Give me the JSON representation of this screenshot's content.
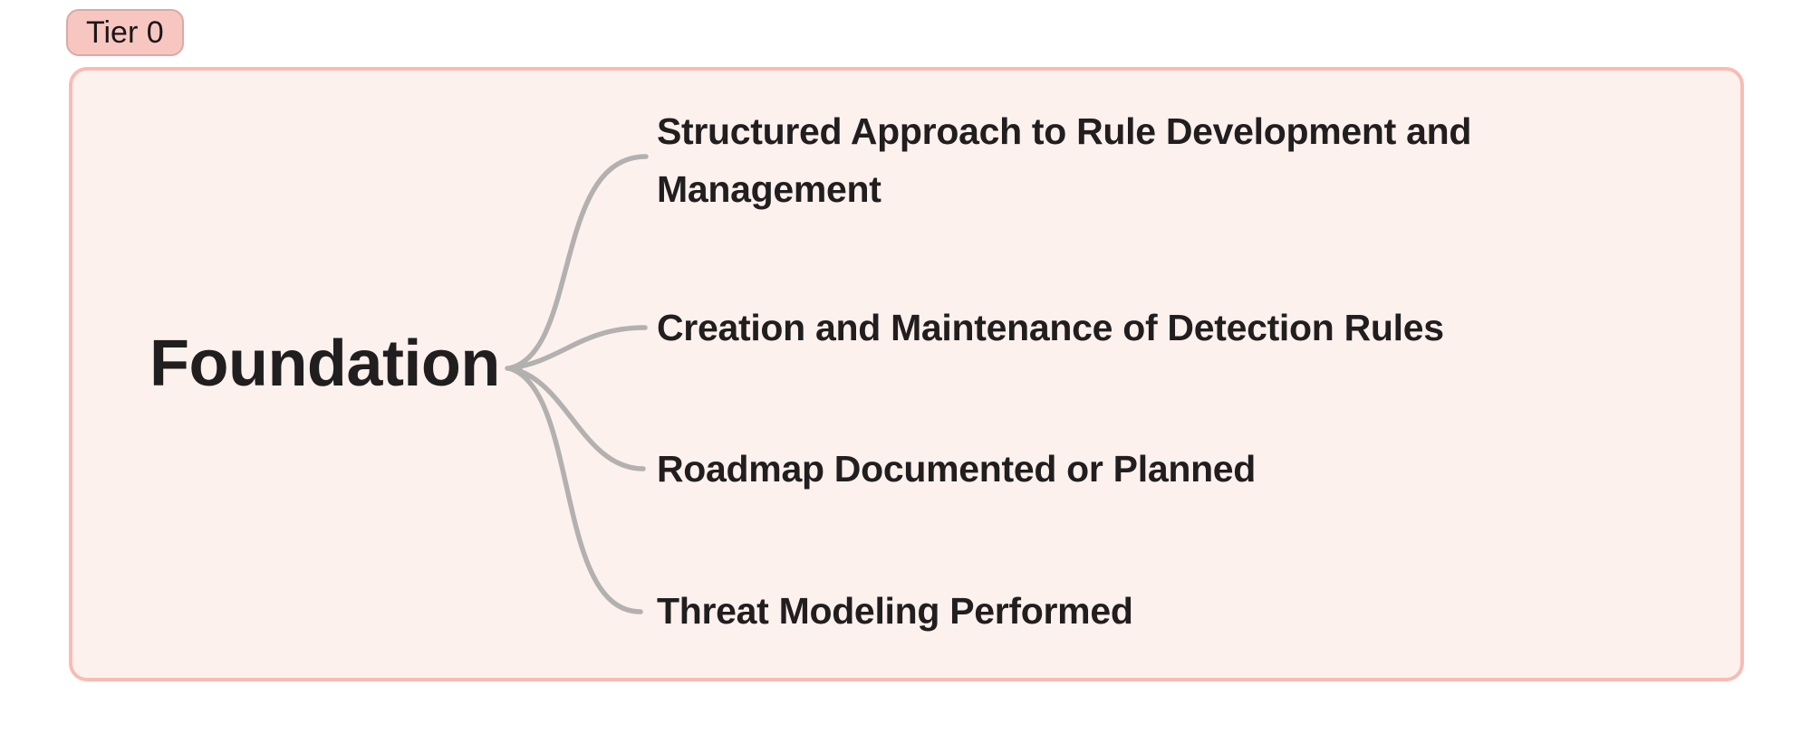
{
  "badge": {
    "label": "Tier 0"
  },
  "diagram": {
    "type": "mindmap",
    "root": {
      "label": "Foundation"
    },
    "children": [
      {
        "label": "Structured Approach to Rule Development and Management"
      },
      {
        "label": "Creation and Maintenance of Detection Rules"
      },
      {
        "label": "Roadmap Documented or Planned"
      },
      {
        "label": "Threat Modeling Performed"
      }
    ],
    "colors": {
      "panel_background": "#fdf1ee",
      "panel_border": "#f8bcb5",
      "badge_background": "#f8c6c1",
      "badge_border": "#dca9a4",
      "link_stroke": "#b3b1af",
      "text": "#211e1f"
    }
  }
}
